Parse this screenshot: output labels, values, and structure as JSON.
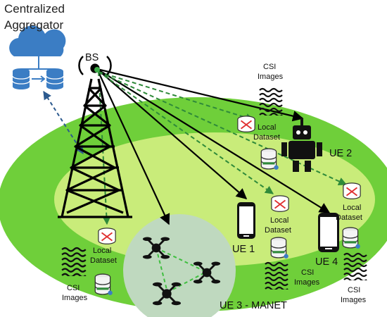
{
  "aggregator": {
    "line1": "Centralized",
    "line2": "Aggregator",
    "icon": "cloud-database-icon"
  },
  "bs": {
    "label": "BS",
    "icon": "cell-tower-icon"
  },
  "csi": {
    "line1": "CSI",
    "line2": "Images"
  },
  "dataset": {
    "line1": "Local",
    "line2": "Dataset"
  },
  "ue1": {
    "label": "UE 1",
    "icon": "smartphone-icon"
  },
  "ue2": {
    "label": "UE 2",
    "icon": "robot-icon"
  },
  "ue3": {
    "label": "UE 3 - MANET",
    "icon": "drone-icon"
  },
  "ue4": {
    "label": "UE 4",
    "icon": "smartphone-icon"
  },
  "colors": {
    "outer_ellipse": "#6fcf3a",
    "inner_ellipse": "#c9ec7a",
    "manet_circle": "#bfd9bf",
    "cloud": "#3b7dc4",
    "uplink": "#2f8a3a",
    "aggregator_link": "#2c5a8f"
  }
}
